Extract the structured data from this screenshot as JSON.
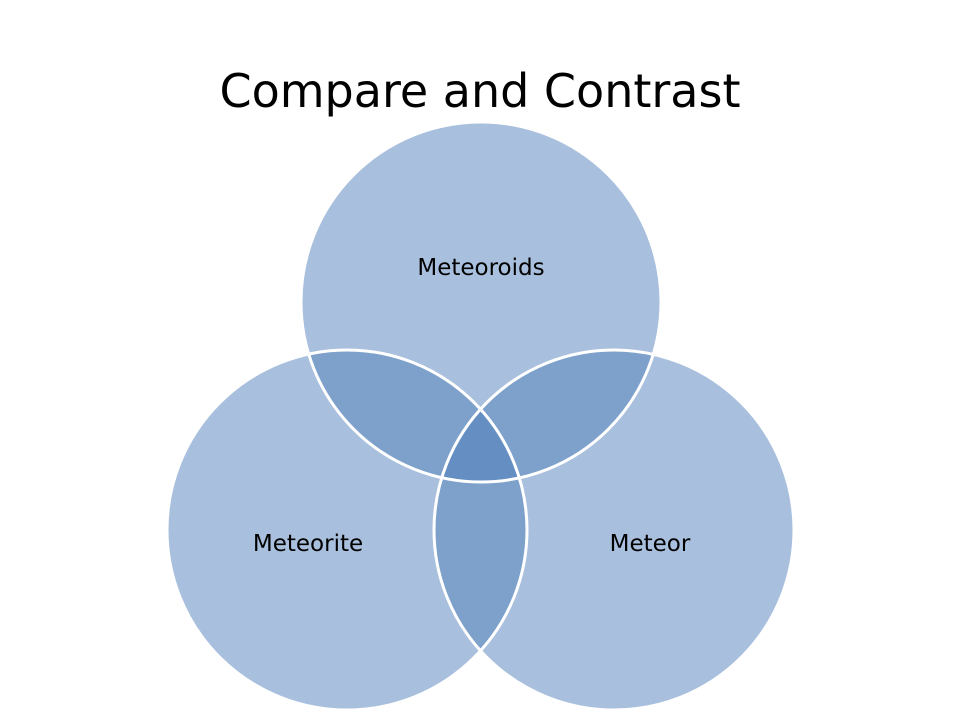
{
  "slide": {
    "title": "Compare and Contrast"
  },
  "venn": {
    "circles": [
      {
        "id": "top",
        "label": "Meteoroids"
      },
      {
        "id": "left",
        "label": "Meteorite"
      },
      {
        "id": "right",
        "label": "Meteor"
      }
    ],
    "colors": {
      "fill": "#a8bfdd",
      "pair_overlap": "#7ea1cc",
      "center_overlap": "#658fc3",
      "outline": "#ffffff"
    }
  }
}
